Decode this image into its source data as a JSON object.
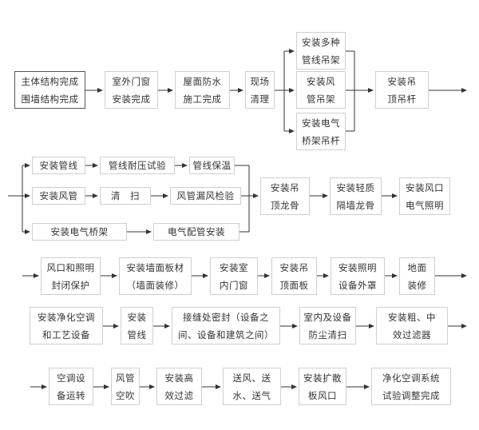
{
  "boxes": {
    "b1": [
      "主体结构完成",
      "围墙结构完成"
    ],
    "b2": [
      "室外门窗",
      "安装完成"
    ],
    "b3": [
      "屋面防水",
      "施工完成"
    ],
    "b4": [
      "现场",
      "清理"
    ],
    "b5": [
      "安装多种",
      "管线吊架"
    ],
    "b6": [
      "安装风",
      "管吊架"
    ],
    "b7": [
      "安装电气",
      "桥架吊杆"
    ],
    "b8": [
      "安装吊",
      "顶吊杆"
    ],
    "c1": [
      "安装管线"
    ],
    "c2": [
      "管线耐压试验"
    ],
    "c3": [
      "管线保温"
    ],
    "c4": [
      "安装风管"
    ],
    "c5": [
      "清　扫"
    ],
    "c6": [
      "风管漏风检验"
    ],
    "c7": [
      "安装电气桥架"
    ],
    "c8": [
      "电气配管安装"
    ],
    "c9": [
      "安装吊",
      "顶龙骨"
    ],
    "c10": [
      "安装轻质",
      "隔墙龙骨"
    ],
    "c11": [
      "安装风口",
      "电气照明"
    ],
    "d1": [
      "风口和照明",
      "封闭保护"
    ],
    "d2": [
      "安装墙面板材",
      "（墙面装修）"
    ],
    "d3": [
      "安装室",
      "内门窗"
    ],
    "d4": [
      "安装吊",
      "顶面板"
    ],
    "d5": [
      "安装照明",
      "设备外罩"
    ],
    "d6": [
      "地面",
      "装修"
    ],
    "e1": [
      "安装净化空调",
      "和工艺设备"
    ],
    "e2": [
      "安装",
      "管线"
    ],
    "e3": [
      "接缝处密封（设备之",
      "间、设备和建筑之间）"
    ],
    "e4": [
      "室内及设备",
      "防尘清扫"
    ],
    "e5": [
      "安装粗、中",
      "效过滤器"
    ],
    "f1": [
      "空调设",
      "备运转"
    ],
    "f2": [
      "风管",
      "空吹"
    ],
    "f3": [
      "安装高",
      "效过滤"
    ],
    "f4": [
      "送风、送",
      "水、送气"
    ],
    "f5": [
      "安装扩散",
      "板风口"
    ],
    "f6": [
      "净化空调系统",
      "试验调整完成"
    ]
  }
}
